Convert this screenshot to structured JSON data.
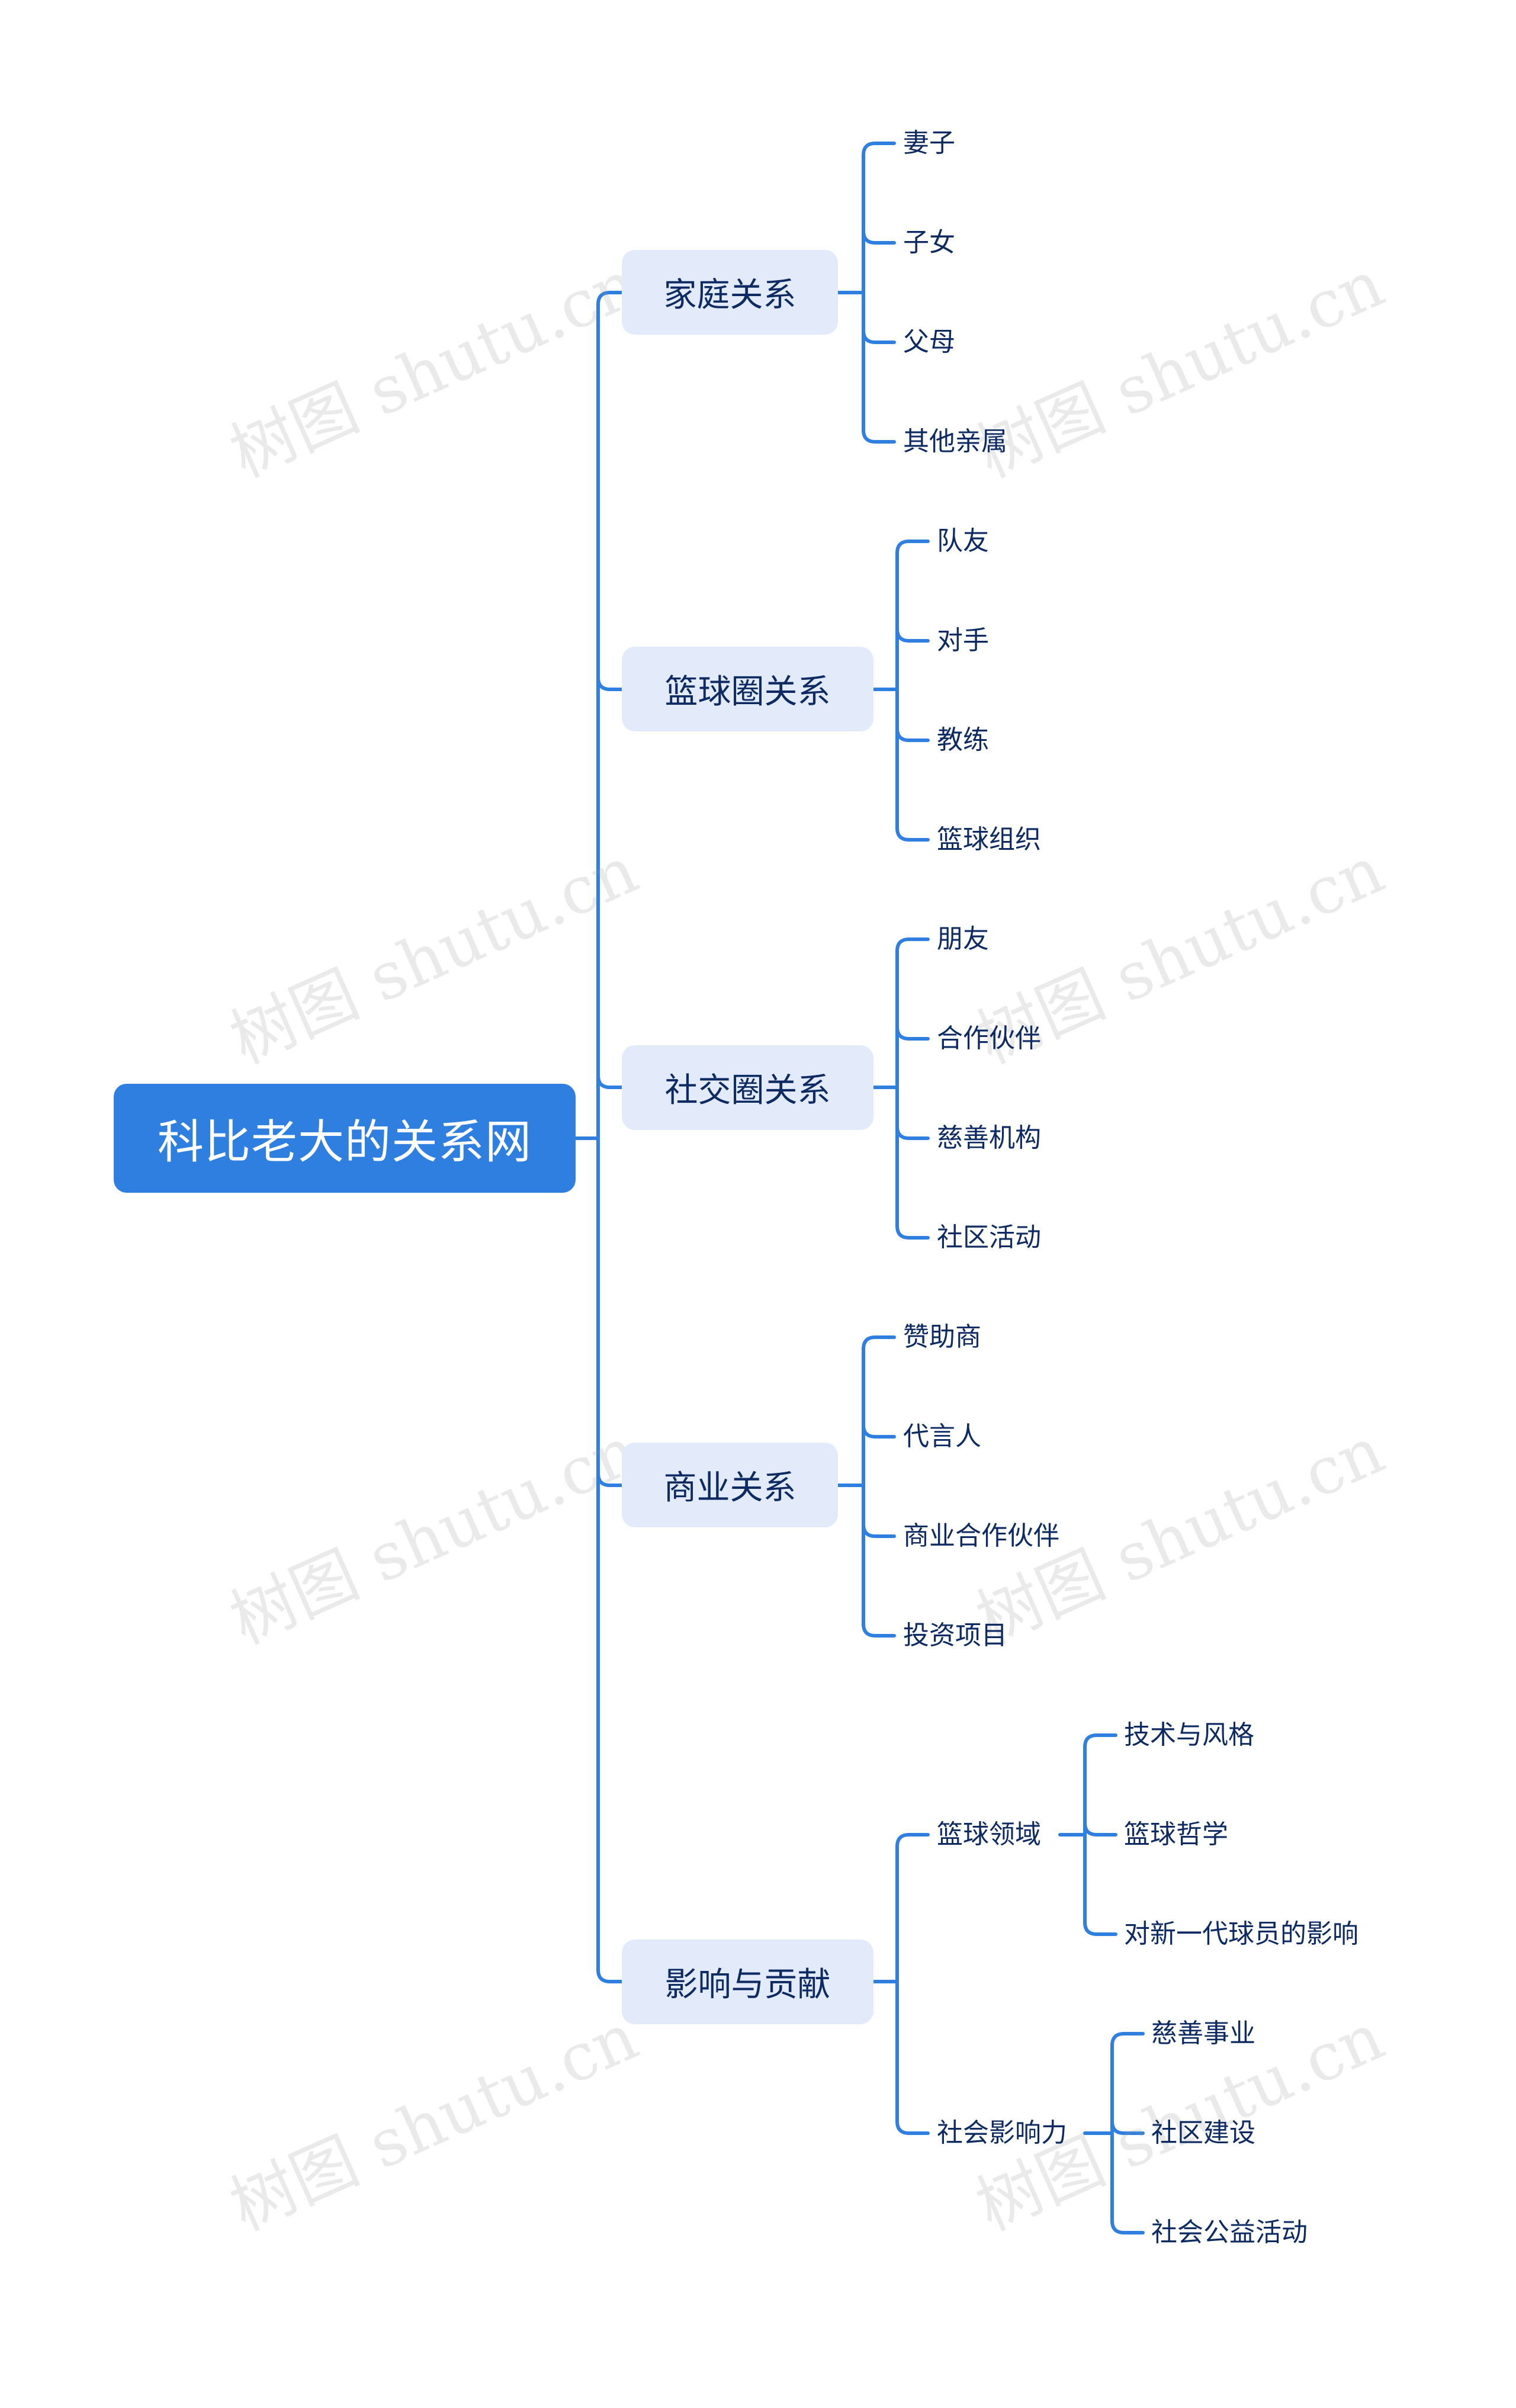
{
  "colors": {
    "accent": "#2f7fe0",
    "root_bg": "#2f7fe0",
    "branch_bg": "#e3ebfb",
    "text": "#0d2a62",
    "line": "#2f7fe0"
  },
  "watermark": "树图 shutu.cn",
  "root": {
    "label": "科比老大的关系网"
  },
  "branches": [
    {
      "label": "家庭关系",
      "children": [
        {
          "label": "妻子"
        },
        {
          "label": "子女"
        },
        {
          "label": "父母"
        },
        {
          "label": "其他亲属"
        }
      ]
    },
    {
      "label": "篮球圈关系",
      "children": [
        {
          "label": "队友"
        },
        {
          "label": "对手"
        },
        {
          "label": "教练"
        },
        {
          "label": "篮球组织"
        }
      ]
    },
    {
      "label": "社交圈关系",
      "children": [
        {
          "label": "朋友"
        },
        {
          "label": "合作伙伴"
        },
        {
          "label": "慈善机构"
        },
        {
          "label": "社区活动"
        }
      ]
    },
    {
      "label": "商业关系",
      "children": [
        {
          "label": "赞助商"
        },
        {
          "label": "代言人"
        },
        {
          "label": "商业合作伙伴"
        },
        {
          "label": "投资项目"
        }
      ]
    },
    {
      "label": "影响与贡献",
      "children": [
        {
          "label": "篮球领域",
          "children": [
            {
              "label": "技术与风格"
            },
            {
              "label": "篮球哲学"
            },
            {
              "label": "对新一代球员的影响"
            }
          ]
        },
        {
          "label": "社会影响力",
          "children": [
            {
              "label": "慈善事业"
            },
            {
              "label": "社区建设"
            },
            {
              "label": "社会公益活动"
            }
          ]
        }
      ]
    }
  ]
}
